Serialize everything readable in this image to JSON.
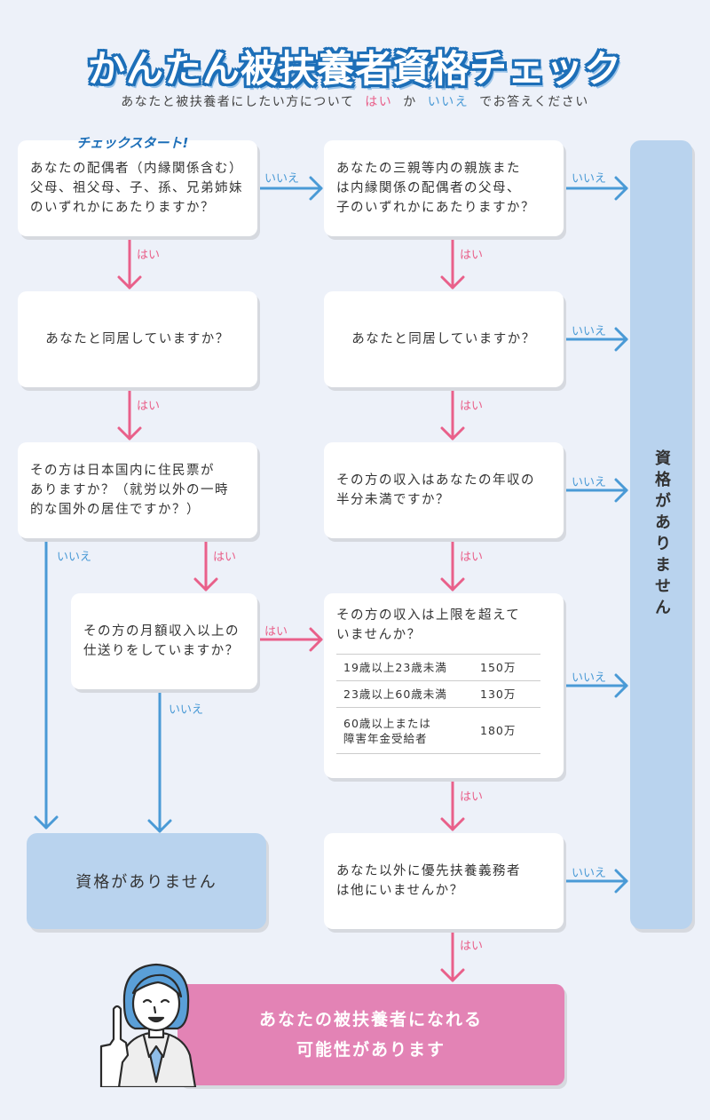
{
  "header": {
    "title": "かんたん被扶養者資格チェック",
    "subtitle_pre": "あなたと被扶養者にしたい方について",
    "subtitle_yes": "はい",
    "subtitle_mid": "か",
    "subtitle_no": "いいえ",
    "subtitle_post": "でお答えください"
  },
  "colors": {
    "yes": "#e9608a",
    "no": "#4a9ad6",
    "ng_box": "#b9d3ee",
    "result_box": "#e383b5",
    "title_outline": "#1d6fb8",
    "background": "#edf1f9"
  },
  "labels": {
    "yes": "はい",
    "no": "いいえ"
  },
  "start_label": "チェックスタート!",
  "questions": {
    "q1": {
      "lines": [
        "あなたの配偶者（内縁関係含む）",
        "父母、祖父母、子、孫、兄弟姉妹",
        "のいずれかにあたりますか？"
      ]
    },
    "q2": {
      "lines": [
        "あなたと同居していますか？"
      ]
    },
    "q3": {
      "lines": [
        "その方は日本国内に住民票が",
        "ありますか？（就労以外の一時",
        "的な国外の居住ですか？）"
      ]
    },
    "q4": {
      "lines": [
        "その方の月額収入以上の",
        "仕送りをしていますか？"
      ]
    },
    "r1": {
      "lines": [
        "あなたの三親等内の親族また",
        "は内縁関係の配偶者の父母、",
        "子のいずれかにあたりますか？"
      ]
    },
    "r2": {
      "lines": [
        "あなたと同居していますか？"
      ]
    },
    "r3": {
      "lines": [
        "その方の収入はあなたの年収の",
        "半分未満ですか？"
      ]
    },
    "r4": {
      "lines": [
        "その方の収入は上限を超えて",
        "いませんか？"
      ],
      "table": [
        {
          "condition": "19歳以上23歳未満",
          "limit": "150万"
        },
        {
          "condition": "23歳以上60歳未満",
          "limit": "130万"
        },
        {
          "condition": "60歳以上または\n障害年金受給者",
          "condition_l1": "60歳以上または",
          "condition_l2": "障害年金受給者",
          "limit": "180万"
        }
      ]
    },
    "r5": {
      "lines": [
        "あなた以外に優先扶養義務者",
        "は他にいませんか？"
      ]
    }
  },
  "outcomes": {
    "not_eligible": "資格がありません",
    "not_eligible_vertical": "資格がありません",
    "eligible_line1": "あなたの被扶養者になれる",
    "eligible_line2": "可能性があります"
  },
  "illustration": {
    "icon": "woman-pointing-up-icon"
  }
}
